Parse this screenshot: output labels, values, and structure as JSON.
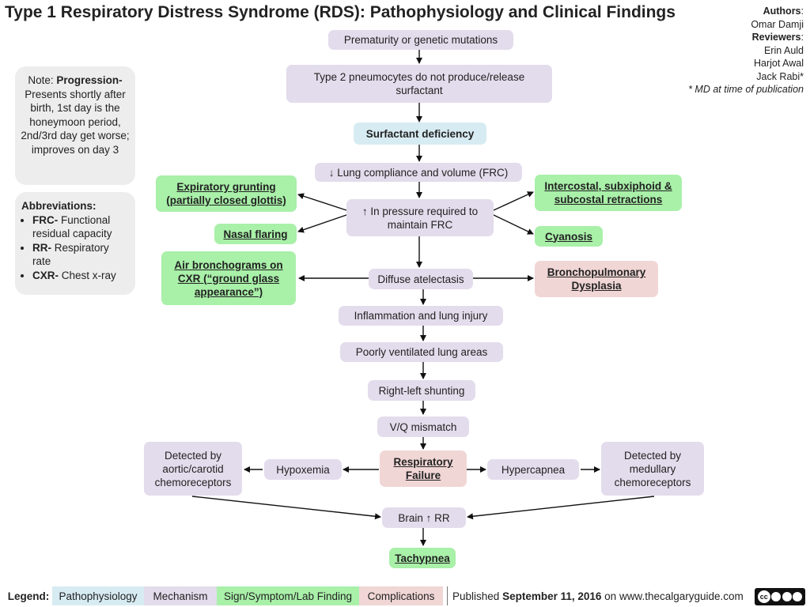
{
  "title": "Type 1 Respiratory Distress Syndrome (RDS): Pathophysiology and Clinical Findings",
  "authors": {
    "authors_label": "Authors",
    "author_list": [
      "Omar Damji"
    ],
    "reviewers_label": "Reviewers",
    "reviewer_list": [
      "Erin Auld",
      "Harjot Awal",
      "Jack Rabi*"
    ],
    "footnote": "* MD at time of publication"
  },
  "note": {
    "prefix": "Note: ",
    "heading": "Progression-",
    "body": "Presents shortly after birth, 1st day is the honeymoon period, 2nd/3rd day get worse; improves on day 3"
  },
  "abbreviations": {
    "heading": "Abbreviations:",
    "items": [
      {
        "term": "FRC-",
        "def": "Functional residual capacity"
      },
      {
        "term": "RR-",
        "def": "Respiratory rate"
      },
      {
        "term": "CXR-",
        "def": "Chest x-ray"
      }
    ]
  },
  "nodes": {
    "prematurity": "Prematurity or genetic mutations",
    "pneumocytes": "Type 2 pneumocytes do not produce/release surfactant",
    "surfactant": "Surfactant deficiency",
    "compliance": "↓ Lung compliance and volume (FRC)",
    "pressure": "↑ In pressure required to maintain FRC",
    "grunting": "Expiratory grunting (partially closed glottis)",
    "flaring": "Nasal flaring",
    "bronchograms": "Air bronchograms on CXR (“ground glass appearance”)",
    "retractions": "Intercostal, subxiphoid & subcostal retractions",
    "cyanosis": "Cyanosis",
    "bpd": "Bronchopulmonary Dysplasia",
    "atelectasis": "Diffuse atelectasis",
    "inflammation": "Inflammation and lung injury",
    "poorly_ventilated": "Poorly ventilated lung areas",
    "shunting": "Right-left shunting",
    "vq": "V/Q mismatch",
    "resp_failure": "Respiratory Failure",
    "hypoxemia": "Hypoxemia",
    "hypercapnea": "Hypercapnea",
    "aortic": "Detected by aortic/carotid chemoreceptors",
    "medullary": "Detected by medullary chemoreceptors",
    "brain_rr": "Brain ↑ RR",
    "tachypnea": "Tachypnea"
  },
  "legend": {
    "label": "Legend:",
    "items": [
      "Pathophysiology",
      "Mechanism",
      "Sign/Symptom/Lab Finding",
      "Complications"
    ],
    "colors": {
      "pathophysiology": "#d7ebf2",
      "mechanism": "#e3dcec",
      "sign": "#a9f0a9",
      "complications": "#f1d6d6"
    },
    "published_prefix": "Published ",
    "published_date": "September 11, 2016",
    "published_suffix": " on www.thecalgaryguide.com",
    "license": "CC BY NC SA"
  }
}
